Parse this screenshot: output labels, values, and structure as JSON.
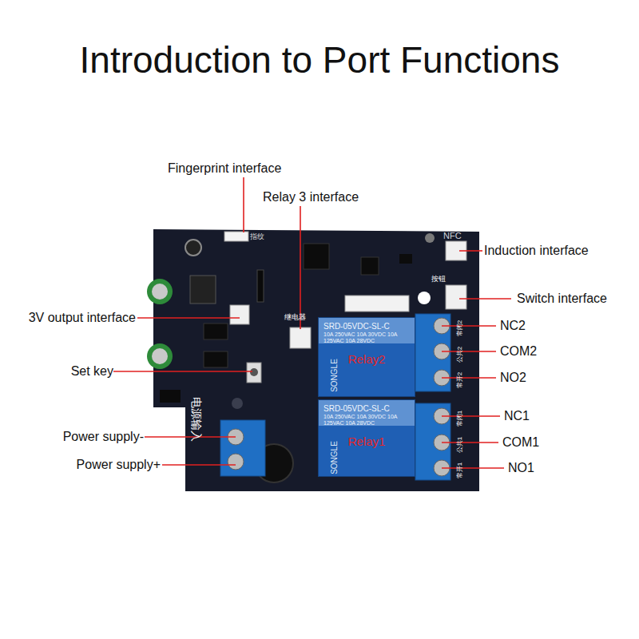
{
  "diagram": {
    "title": "Introduction to Port Functions",
    "nodes": [
      {
        "text": [
          "SRD-05VDC-SL-C",
          "10A 250VAC 10A 30VDC 10A 125VAC 10A 28VDC",
          "SONGLE",
          "Relay2"
        ]
      },
      {
        "text": [
          "SRD-05VDC-SL-C",
          "10A 250VAC 10A 30VDC 10A 125VAC 10A 28VDC",
          "SONGLE",
          "Relay1"
        ]
      }
    ],
    "labels": [
      "Fingerprint interface",
      "Relay 3 interface",
      "指纹",
      "NFC",
      "Induction interface",
      "继电器",
      "按钮",
      "Switch interface",
      "3V output interface",
      "NC2",
      "常闭2",
      "COM2",
      "公共2",
      "Set key",
      "NO2",
      "常开2",
      "电源输入",
      "NC1",
      "常闭1",
      "Power supply-",
      "COM1",
      "公共1",
      "Power supply+",
      "NO1",
      "常开1"
    ]
  }
}
